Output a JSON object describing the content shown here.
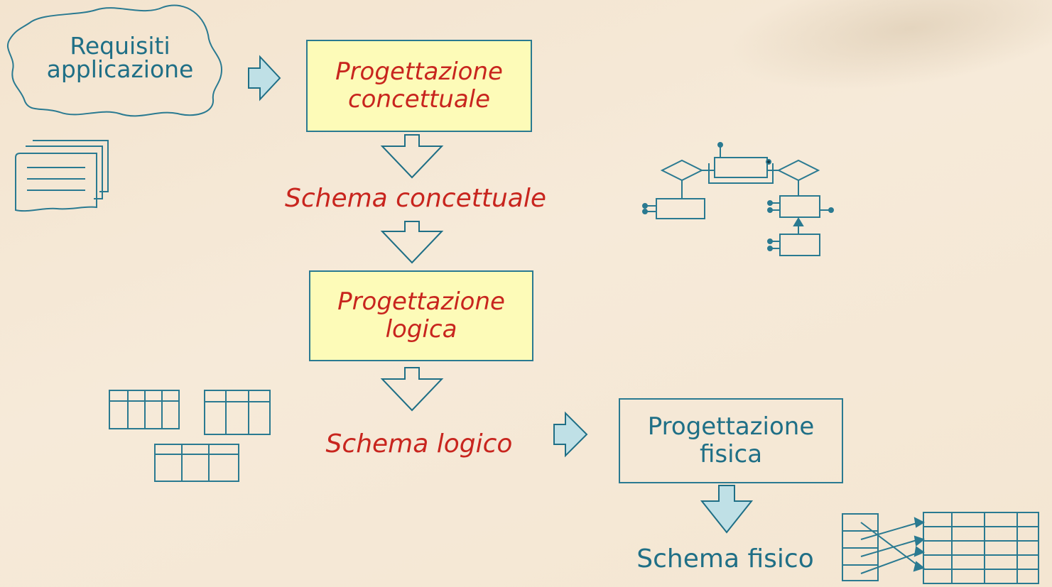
{
  "requirements": {
    "line1": "Requisiti",
    "line2": "applicazione"
  },
  "conceptual_design": {
    "line1": "Progettazione",
    "line2": "concettuale"
  },
  "conceptual_schema": "Schema concettuale",
  "logical_design": {
    "line1": "Progettazione",
    "line2": "logica"
  },
  "logical_schema": "Schema logico",
  "physical_design": {
    "line1": "Progettazione",
    "line2": "fisica"
  },
  "physical_schema": "Schema fisico",
  "colors": {
    "background": "#f4e6d2",
    "teal": "#1f6f86",
    "red": "#c8251e",
    "box_fill": "#fdfbb8",
    "arrow_fill": "#bfe0e6"
  },
  "icons": {
    "requirements_cloud": "cloud-shape",
    "documents": "document-stack-icon",
    "er_diagram": "er-diagram-icon",
    "tables": "tables-icon",
    "physical_structure": "index-to-table-icon"
  }
}
